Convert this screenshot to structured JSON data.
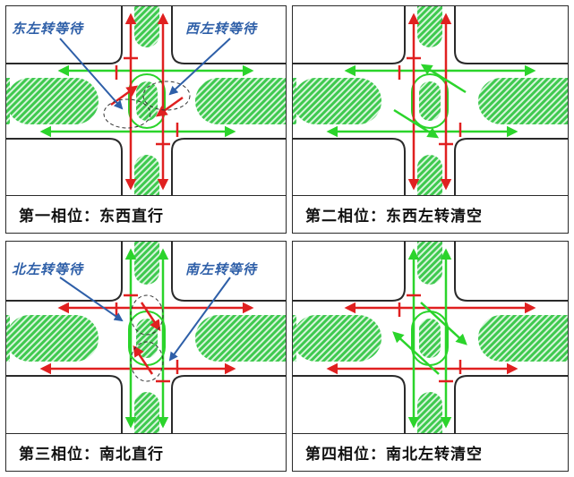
{
  "colors": {
    "median": "#3fc94f",
    "median_hatch": "#d8f5dc",
    "move_arrow": "#2bd42b",
    "stop_bar": "#e02020",
    "annotation": "#2e5fa8",
    "road_edge": "#2a2a2a"
  },
  "panels": [
    {
      "caption": "第一相位：东西直行",
      "annotations": [
        "东左转等待",
        "西左转等待"
      ]
    },
    {
      "caption": "第二相位：东西左转清空",
      "annotations": []
    },
    {
      "caption": "第三相位：南北直行",
      "annotations": [
        "北左转等待",
        "南左转等待"
      ]
    },
    {
      "caption": "第四相位：南北左转清空",
      "annotations": []
    }
  ]
}
